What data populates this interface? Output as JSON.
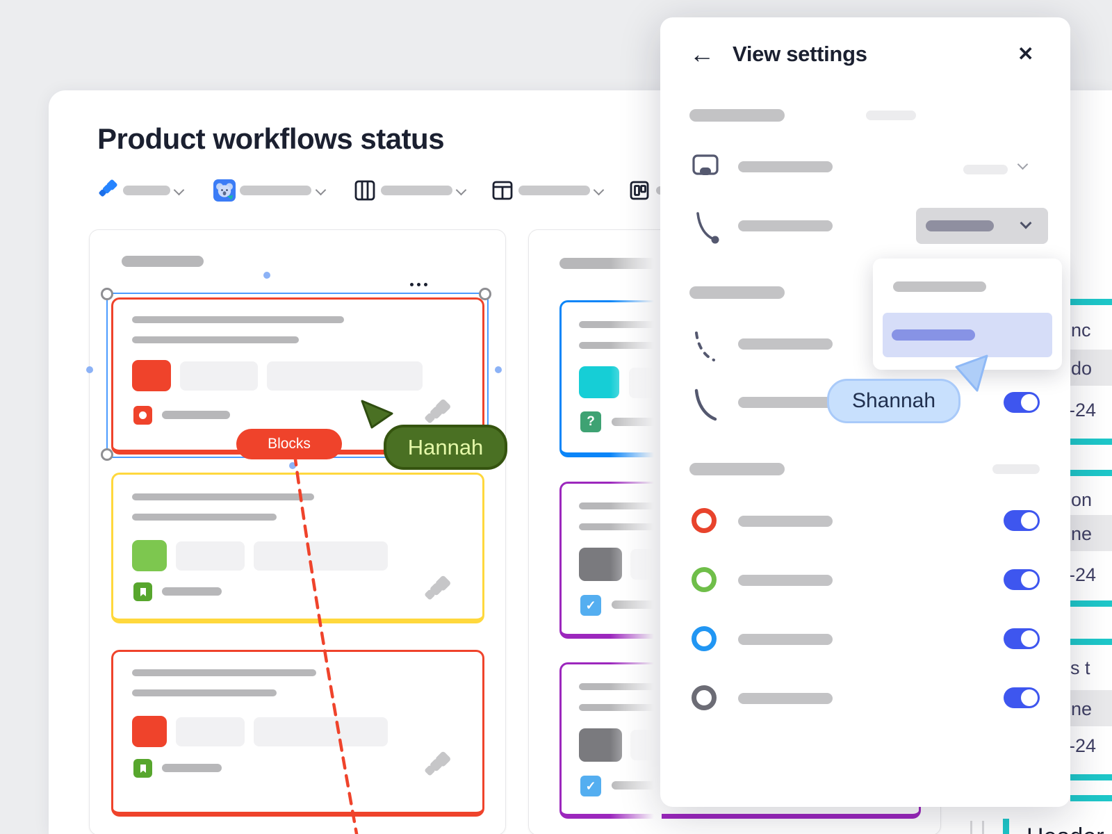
{
  "page": {
    "background": "#ECEDEF",
    "board_title": "Product workflows status",
    "footer_fragment": "Header up"
  },
  "toolbar": {
    "items": [
      "jira-filter",
      "koala-app-filter",
      "columns-view",
      "table-view",
      "kanban-view"
    ]
  },
  "connector": {
    "label": "Blocks",
    "color": "#EF432B",
    "style": "dashed"
  },
  "cursors": {
    "hannah": {
      "name": "Hannah",
      "bg": "#4A7023",
      "border": "#35540F",
      "text_color": "#E5F8A9"
    },
    "shannah": {
      "name": "Shannah",
      "bg": "#C8E0FD",
      "border": "#A9CAF9",
      "text_color": "#21304F"
    }
  },
  "panel": {
    "title": "View settings",
    "back_glyph": "←",
    "close_glyph": "✕",
    "toggle_on_color": "#3E56EF",
    "status_rings": [
      "#E8432C",
      "#6FBE49",
      "#2196F3",
      "#6C6C75"
    ],
    "toggles_on": [
      true,
      true,
      true,
      true,
      true
    ]
  },
  "icons": {
    "question_glyph": "?",
    "check_glyph": "✓"
  },
  "card_colors": {
    "red_border": "#EF432B",
    "yellow_border": "#FFD83D",
    "blue_border": "#0B85F8",
    "purple_border": "#9C27BD",
    "teal_chip": "#16CED6",
    "green_chip": "#7DC74F",
    "gray_chip": "#7A7A7E",
    "story_icon_green": "#57A62D",
    "checkbox_blue": "#54AEF0",
    "bug_icon_red": "#EF432B",
    "question_icon_green": "#3EA273"
  },
  "table_fragment": {
    "accent": "#1EC7C9",
    "rows": [
      "nc",
      "do",
      "-24",
      "on",
      "ne",
      "-24",
      "s t",
      "ne",
      "-24"
    ]
  }
}
